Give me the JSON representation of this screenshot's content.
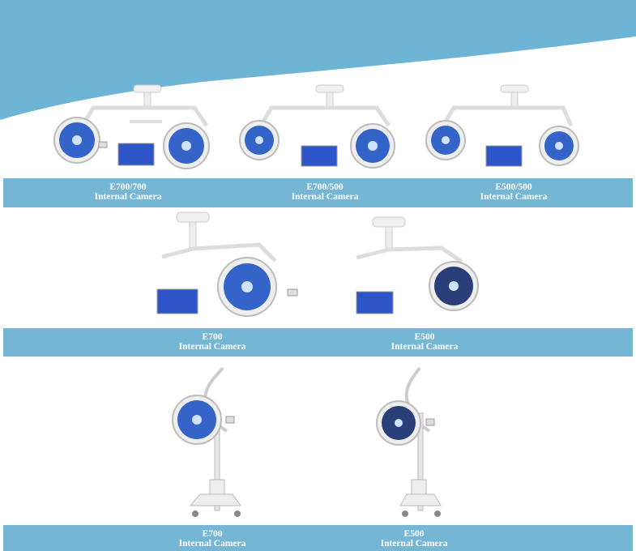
{
  "colors": {
    "band": "#74b6d4",
    "header": "#6eb4d4",
    "lamp_blue": "#2f5fd0",
    "led": "#cfe2ff"
  },
  "rows": [
    {
      "items": [
        {
          "model": "E700/700",
          "feature": "Internal Camera",
          "type": "ceiling-double",
          "icon": "double-ceiling-light-with-monitor"
        },
        {
          "model": "E700/500",
          "feature": "Internal Camera",
          "type": "ceiling-double",
          "icon": "double-ceiling-light-with-monitor"
        },
        {
          "model": "E500/500",
          "feature": "Internal Camera",
          "type": "ceiling-double",
          "icon": "double-ceiling-light-with-monitor"
        }
      ]
    },
    {
      "items": [
        {
          "model": "E700",
          "feature": "Internal Camera",
          "type": "ceiling-single",
          "icon": "single-ceiling-light-with-monitor"
        },
        {
          "model": "E500",
          "feature": "Internal Camera",
          "type": "ceiling-single",
          "icon": "single-ceiling-light-with-monitor"
        }
      ]
    },
    {
      "items": [
        {
          "model": "E700",
          "feature": "Internal Camera",
          "type": "mobile-stand",
          "icon": "mobile-stand-light"
        },
        {
          "model": "E500",
          "feature": "Internal Camera",
          "type": "mobile-stand",
          "icon": "mobile-stand-light"
        }
      ]
    }
  ]
}
